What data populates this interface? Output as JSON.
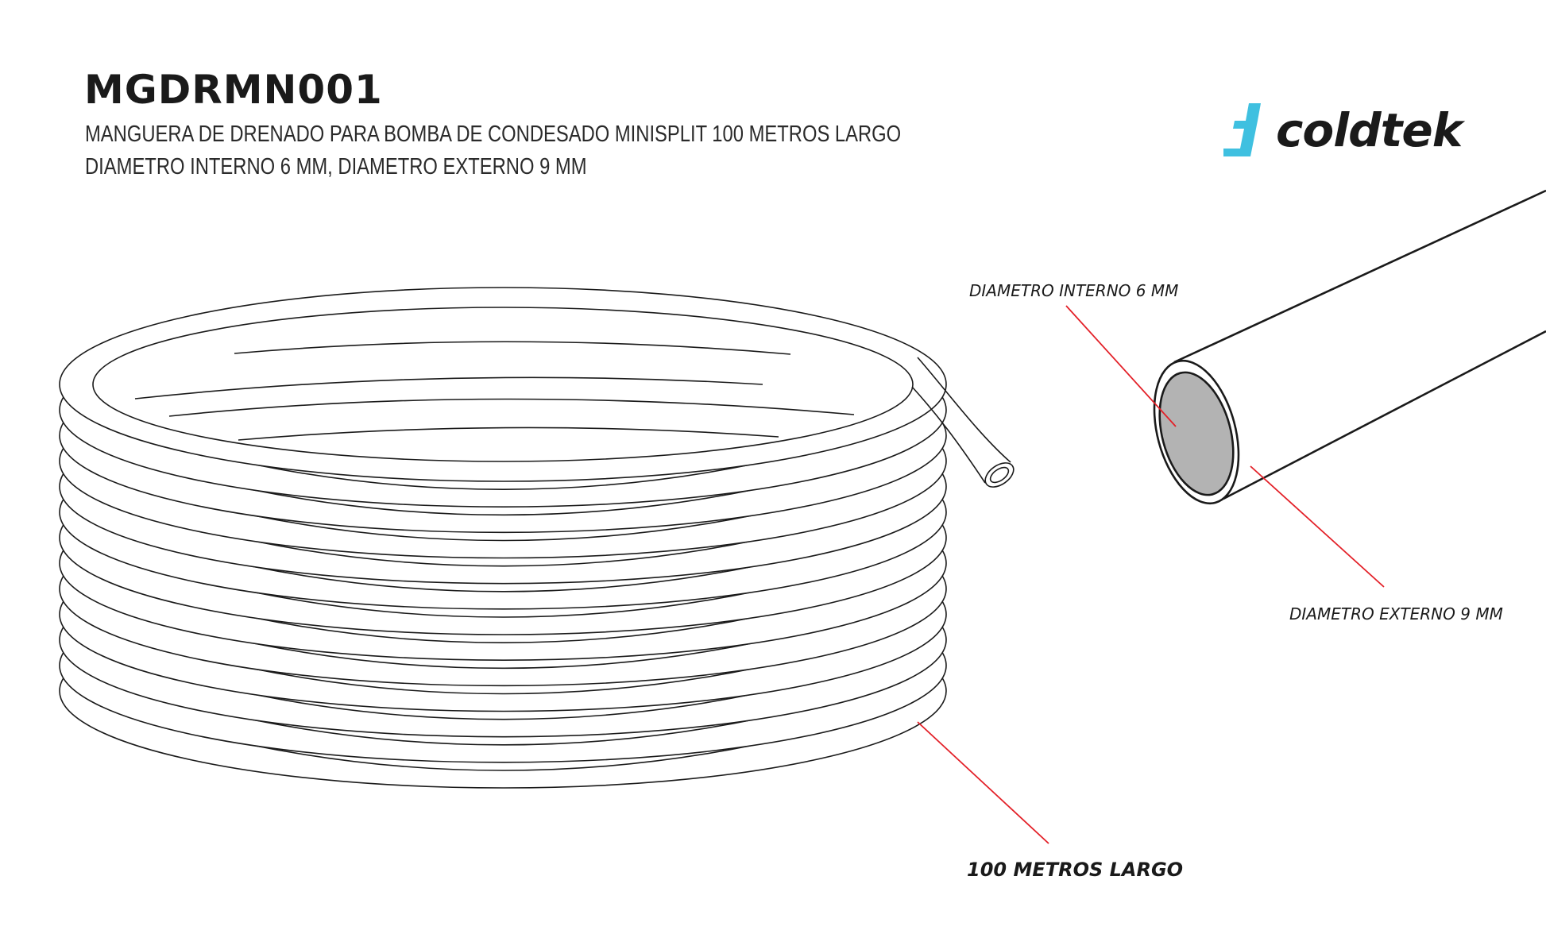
{
  "header": {
    "code": "MGDRMN001",
    "description_line1": "MANGUERA DE DRENADO PARA BOMBA DE CONDESADO MINISPLIT 100 METROS LARGO",
    "description_line2": "DIAMETRO INTERNO 6 MM, DIAMETRO EXTERNO 9 MM"
  },
  "logo": {
    "text": "coldtek",
    "accent_color": "#3fc0e0"
  },
  "labels": {
    "inner_diameter": "DIAMETRO INTERNO 6 MM",
    "outer_diameter": "DIAMETRO EXTERNO 9 MM",
    "length": "100 METROS LARGO"
  },
  "colors": {
    "leader_line": "#e32028",
    "outline": "#1a1a1a",
    "bore_fill": "#b3b3b3"
  }
}
